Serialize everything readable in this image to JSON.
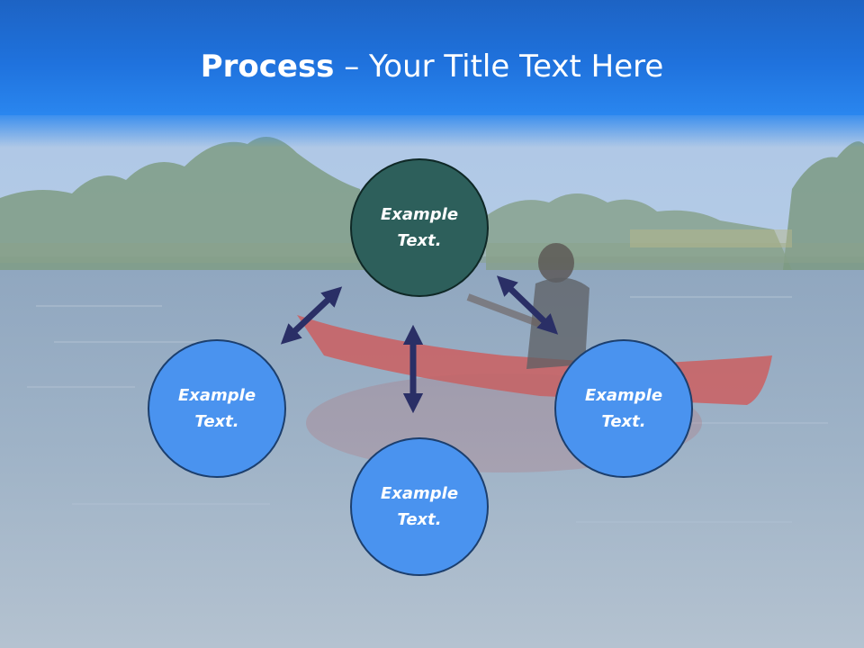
{
  "slide": {
    "title_bold": "Process",
    "title_rest": " – Your Title Text Here"
  },
  "nodes": {
    "top": {
      "line1": "Example",
      "line2": "Text."
    },
    "left": {
      "line1": "Example",
      "line2": "Text."
    },
    "right": {
      "line1": "Example",
      "line2": "Text."
    },
    "bottom": {
      "line1": "Example",
      "line2": "Text."
    }
  },
  "colors": {
    "header": "#1f72dd",
    "node_blue": "#4a93ef",
    "node_center": "#2d5f5b",
    "arrow": "#2a2f66"
  }
}
